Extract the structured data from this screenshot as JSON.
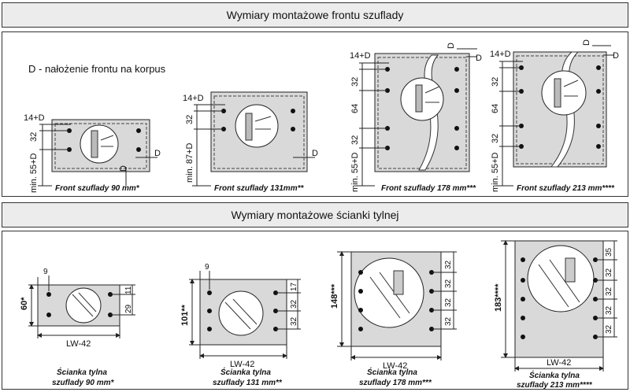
{
  "section1": {
    "title": "Wymiary montażowe frontu szuflady",
    "legend": "D - nałożenie frontu na korpus",
    "drawings": [
      {
        "caption": "Front szuflady 90 mm*",
        "top_label": "14+D",
        "dims": [
          "32"
        ],
        "bottom_label": "min. 55+D",
        "d_right": "D",
        "d_bottom": "D"
      },
      {
        "caption": "Front szuflady 131mm**",
        "top_label": "14+D",
        "dims": [
          "32"
        ],
        "bottom_label": "min. 87+D",
        "d_right": "D"
      },
      {
        "caption": "Front szuflady 178 mm***",
        "top_label": "14+D",
        "dims": [
          "32",
          "64",
          "32"
        ],
        "bottom_label": "min. 55+D",
        "d_top": "D",
        "d_right": "D"
      },
      {
        "caption": "Front szuflady 213 mm****",
        "top_label": "14+D",
        "dims": [
          "32",
          "64",
          "32"
        ],
        "bottom_label": "min. 55+D",
        "d_top": "D",
        "d_right": "D"
      }
    ]
  },
  "section2": {
    "title": "Wymiary montażowe ścianki tylnej",
    "drawings": [
      {
        "caption_line1": "Ścianka tylna",
        "caption_line2": "szuflady 90 mm*",
        "height": "60*",
        "hole_offset": "9",
        "width": "LW-42",
        "right_dims": [
          "11",
          "29"
        ]
      },
      {
        "caption_line1": "Ścianka tylna",
        "caption_line2": "szuflady 131 mm**",
        "height": "101**",
        "hole_offset": "9",
        "width": "LW-42",
        "right_dims": [
          "17",
          "32",
          "32"
        ]
      },
      {
        "caption_line1": "Ścianka tylna",
        "caption_line2": "szuflady 178 mm***",
        "height": "148***",
        "width": "LW-42",
        "right_dims": [
          "32",
          "32",
          "32",
          "32"
        ]
      },
      {
        "caption_line1": "Ścianka tylna",
        "caption_line2": "szuflady 213 mm****",
        "height": "183****",
        "width": "LW-42",
        "right_dims": [
          "35",
          "32",
          "32",
          "32",
          "32"
        ]
      }
    ]
  },
  "colors": {
    "panel_fill": "#d9d9d9",
    "line": "#222222",
    "banner": "#ececec"
  }
}
